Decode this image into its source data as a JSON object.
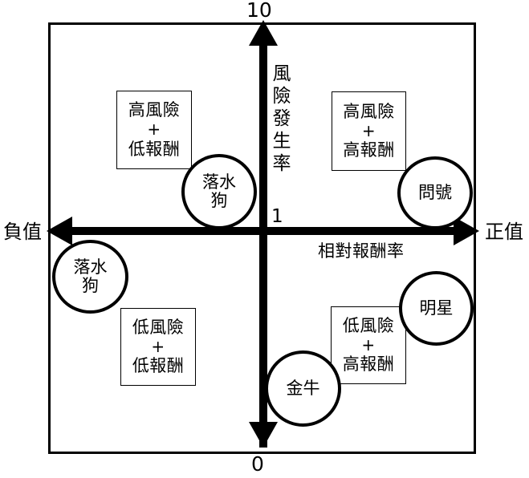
{
  "diagram": {
    "title_top_value": "10",
    "title_bottom_value": "0",
    "origin_value": "1",
    "axis": {
      "y_title": "風險發生率",
      "y_title_chars": [
        "風",
        "險",
        "發",
        "生",
        "率"
      ],
      "x_title": "相對報酬率",
      "left_label": "負值",
      "right_label": "正值"
    },
    "quadrant_boxes": [
      {
        "id": "top-left",
        "line1": "高風險",
        "plus": "+",
        "line2": "低報酬"
      },
      {
        "id": "top-right",
        "line1": "高風險",
        "plus": "+",
        "line2": "高報酬"
      },
      {
        "id": "bottom-left",
        "line1": "低風險",
        "plus": "+",
        "line2": "低報酬"
      },
      {
        "id": "bottom-right",
        "line1": "低風險",
        "plus": "+",
        "line2": "高報酬"
      }
    ],
    "bubbles": [
      {
        "id": "dog-top",
        "label": "落水狗"
      },
      {
        "id": "dog-left",
        "label": "落水狗"
      },
      {
        "id": "question",
        "label": "問號"
      },
      {
        "id": "star",
        "label": "明星"
      },
      {
        "id": "cow",
        "label": "金牛"
      }
    ],
    "colors": {
      "stroke": "#000000",
      "background": "#ffffff"
    }
  }
}
